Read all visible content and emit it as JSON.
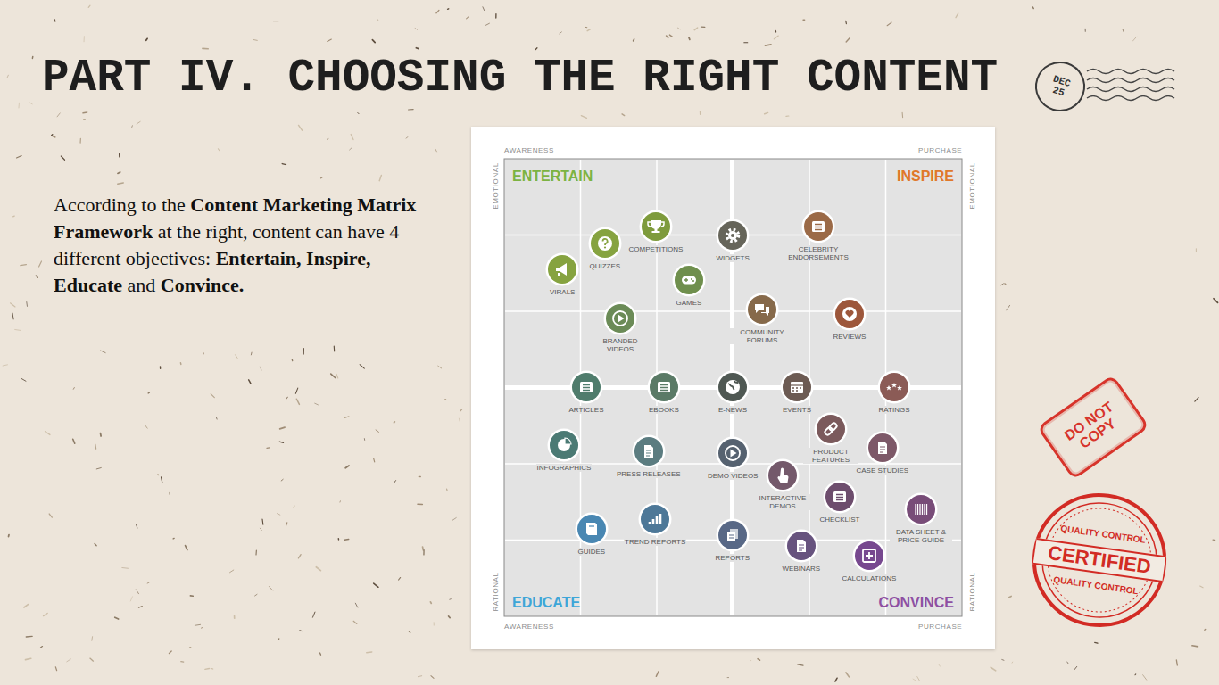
{
  "diagram": {
    "title": "PART IV. CHOOSING THE RIGHT CONTENT",
    "nodes": [
      {
        "text": [
          "DEC 25"
        ]
      },
      {
        "text": [
          "AWARENESS",
          "PURCHASE",
          "EMOTIONAL",
          "EMOTIONAL",
          "RATIONAL",
          "RATIONAL",
          "AWARENESS",
          "PURCHASE"
        ]
      },
      {
        "text": [
          "ENTERTAIN"
        ],
        "in": 1
      },
      {
        "text": [
          "INSPIRE"
        ],
        "in": 1
      },
      {
        "text": [
          "EDUCATE"
        ],
        "in": 1
      },
      {
        "text": [
          "CONVINCE"
        ],
        "in": 1
      },
      {
        "text": [
          "DO NOT COPY"
        ]
      },
      {
        "text": [
          "QUALITY CONTROL",
          "CERTIFIED",
          "QUALITY CONTROL"
        ]
      }
    ],
    "labels": [
      "According to the",
      "Content Marketing Matrix Framework",
      "at the right, content can have 4 different objectives:",
      "Entertain,",
      "Inspire,",
      "Educate",
      "and",
      "Convince.",
      "COMPETITIONS",
      "WIDGETS",
      "CELEBRITY ENDORSEMENTS",
      "QUIZZES",
      "VIRALS",
      "GAMES",
      "COMMUNITY FORUMS",
      "REVIEWS",
      "BRANDED VIDEOS",
      "ARTICLES",
      "EBOOKS",
      "E-NEWS",
      "EVENTS",
      "RATINGS",
      "PRODUCT FEATURES",
      "INFOGRAPHICS",
      "CASE STUDIES",
      "PRESS RELEASES",
      "DEMO VIDEOS",
      "INTERACTIVE DEMOS",
      "CHECKLIST",
      "DATA SHEET & PRICE GUIDE",
      "TREND REPORTS",
      "GUIDES",
      "REPORTS",
      "WEBINARS",
      "CALCULATIONS"
    ]
  }
}
